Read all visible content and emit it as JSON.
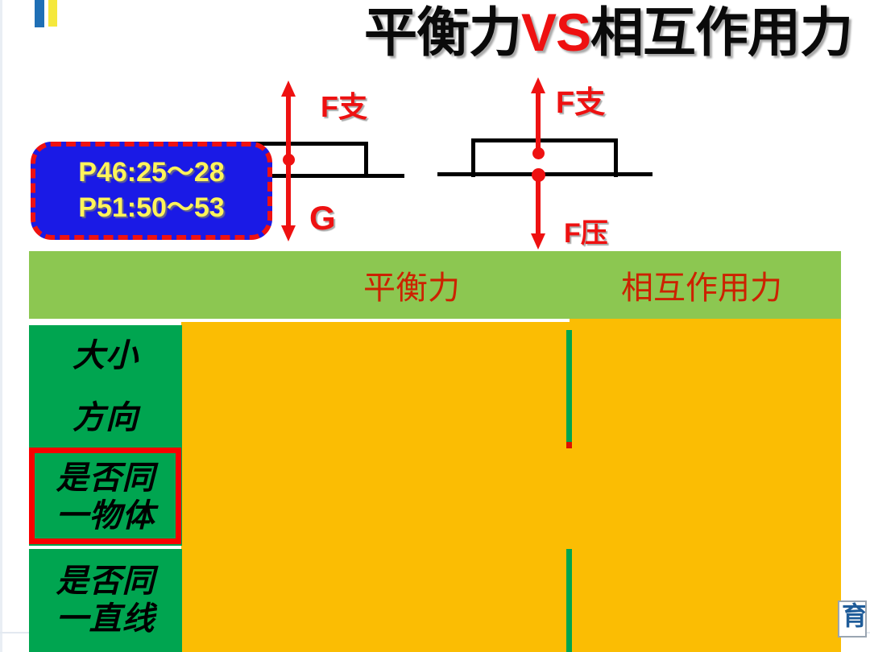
{
  "title": {
    "part1": "平衡力",
    "vs": "VS",
    "part2": "相互作用力"
  },
  "decor": {
    "blue_bar": "blue-bar",
    "yellow_bar": "yellow-bar",
    "blue_color": "#1F6FB5",
    "yellow_color": "#F5E83C"
  },
  "callout": {
    "line1": "P46:25～28",
    "line2": "P51:50～53",
    "fill_color": "#1A1AE6",
    "border_color": "#EE1111",
    "text_color": "#FFF45A"
  },
  "diagram_left": {
    "caption_top": "F支",
    "caption_bottom": "G",
    "arrow_color": "#EE1111",
    "outline_color": "#000000"
  },
  "diagram_right": {
    "caption_top": "F支",
    "caption_bottom": "F压",
    "arrow_color": "#EE1111",
    "outline_color": "#000000"
  },
  "table": {
    "header_bg": "#8CC751",
    "header_text_color": "#CC2200",
    "columns": [
      {
        "label": "平衡力"
      },
      {
        "label": "相互作用力"
      }
    ],
    "row_bg": "#00A550",
    "answer_bg": "#FBBD03",
    "highlight_color": "#F80000",
    "rows": [
      {
        "label": "大小"
      },
      {
        "label": "方向"
      },
      {
        "label": "是否同\n一物体"
      },
      {
        "label": "是否同\n一直线"
      }
    ]
  },
  "watermark": {
    "glyph": "育"
  }
}
